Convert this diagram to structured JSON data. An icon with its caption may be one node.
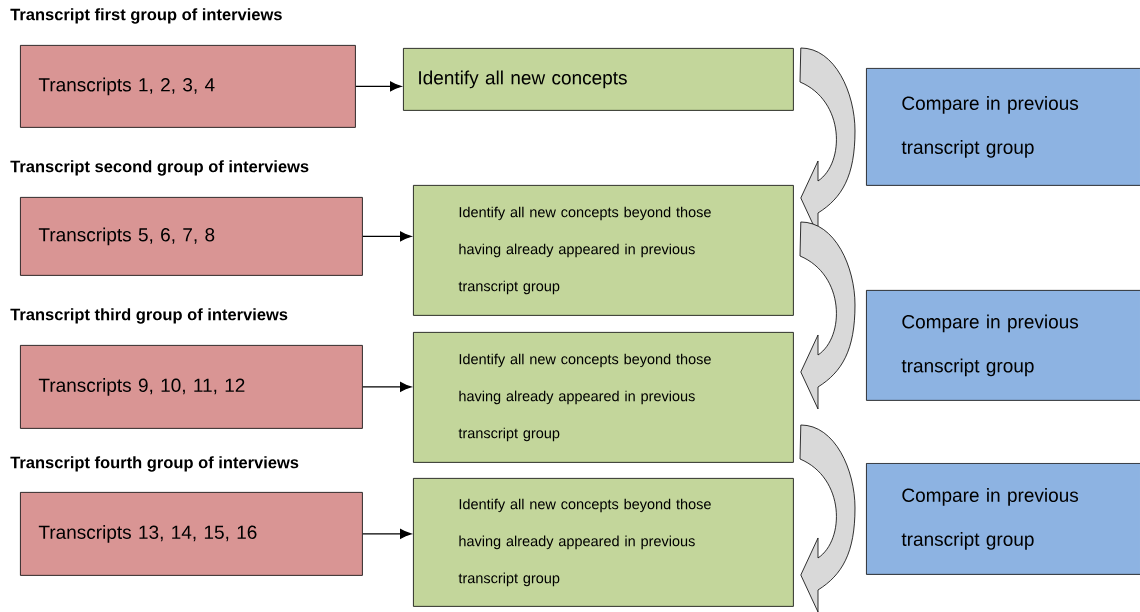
{
  "diagram": {
    "nodes": [
      {
        "text": [
          "Transcript first group of interviews",
          "Transcripts 1, 2, 3, 4"
        ]
      },
      {
        "text": [
          "Identify all new concepts"
        ]
      },
      {
        "text": [
          "Compare in previous transcript group"
        ]
      },
      {
        "text": [
          "Transcript second group of interviews",
          "Transcripts 5, 6, 7, 8"
        ]
      },
      {
        "text": [
          "Identify all new concepts beyond those having already appeared in previous transcript group"
        ]
      },
      {
        "text": [
          "Transcript third group of interviews",
          "Transcripts 9, 10, 11, 12"
        ]
      },
      {
        "text": [
          "Identify all new concepts beyond those having already appeared in previous transcript group"
        ]
      },
      {
        "text": [
          "Compare in previous transcript group"
        ]
      },
      {
        "text": [
          "Transcript fourth group of interviews",
          "Transcripts 13, 14, 15, 16"
        ]
      },
      {
        "text": [
          "Identify all new concepts beyond those having already appeared in previous transcript group"
        ]
      },
      {
        "text": [
          "Compare in previous transcript group"
        ]
      }
    ],
    "edges": [
      {
        "from": 0,
        "to": 1,
        "arrow": "to"
      },
      {
        "from": 3,
        "to": 4,
        "arrow": "to"
      },
      {
        "from": 5,
        "to": 6,
        "arrow": "to"
      },
      {
        "from": 8,
        "to": 9,
        "arrow": "to"
      },
      {
        "from": 1,
        "to": 4,
        "arrow": "to"
      },
      {
        "from": 4,
        "to": 6,
        "arrow": "to"
      },
      {
        "from": 6,
        "to": 9,
        "arrow": "to"
      }
    ]
  }
}
